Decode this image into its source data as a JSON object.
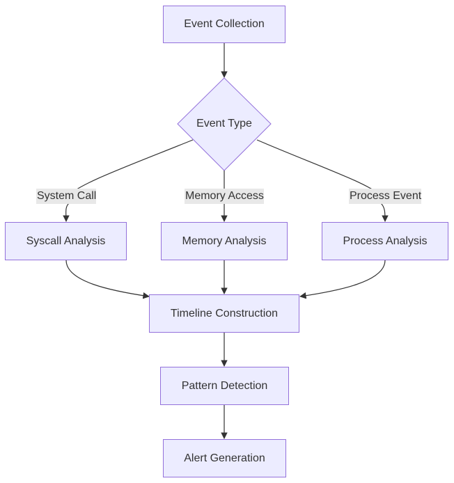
{
  "nodes": {
    "event_collection": "Event Collection",
    "event_type": "Event Type",
    "syscall_analysis": "Syscall Analysis",
    "memory_analysis": "Memory Analysis",
    "process_analysis": "Process Analysis",
    "timeline_construction": "Timeline Construction",
    "pattern_detection": "Pattern Detection",
    "alert_generation": "Alert Generation"
  },
  "edge_labels": {
    "system_call": "System Call",
    "memory_access": "Memory Access",
    "process_event": "Process Event"
  },
  "colors": {
    "node_fill": "#ececff",
    "node_stroke": "#9370db",
    "edge": "#333333",
    "label_bg": "#e8e8e8"
  }
}
